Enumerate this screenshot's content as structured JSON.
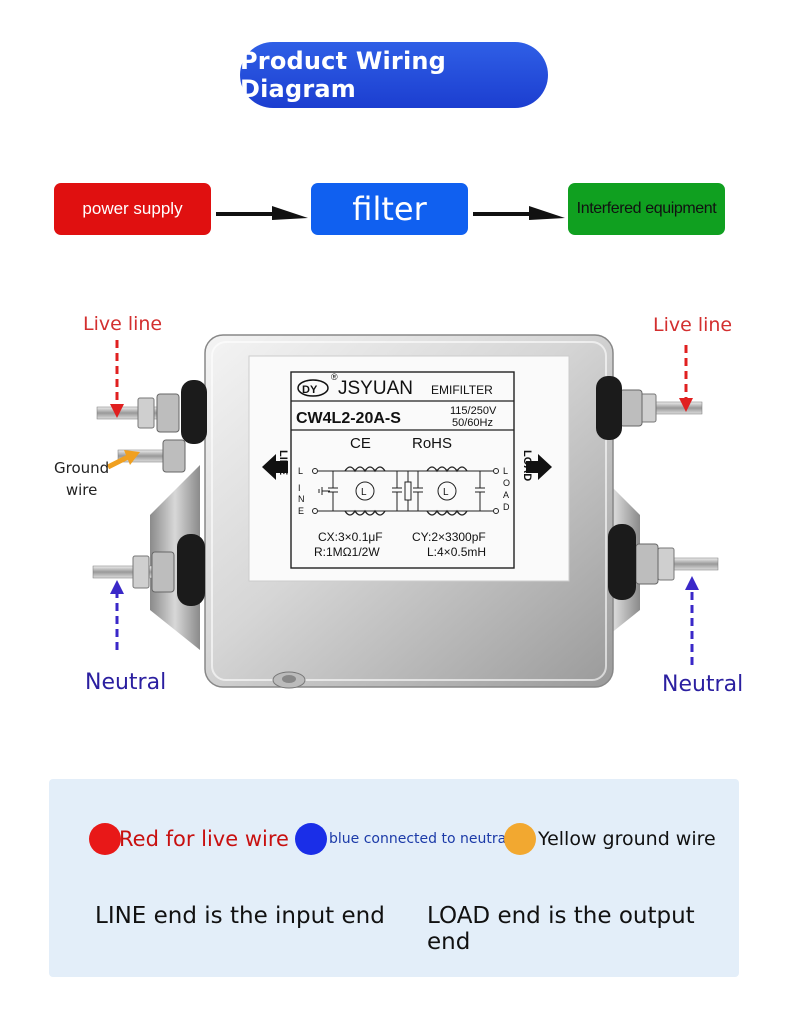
{
  "header": {
    "title": "Product Wiring Diagram"
  },
  "flow": {
    "power_supply": "power supply",
    "filter": "filter",
    "equipment": "Interfered equipment"
  },
  "device": {
    "brand": "JSYUAN",
    "brand_mark": "®",
    "type_label": "EMIFILTER",
    "model": "CW4L2-20A-S",
    "rating_voltage": "115/250V",
    "rating_freq": "50/60Hz",
    "ce_mark": "CE",
    "rohs": "RoHS",
    "line_label": "LINE",
    "load_label": "LOAD",
    "spec_cx": "CX:3×0.1μF",
    "spec_cy": "CY:2×3300pF",
    "spec_r": "R:1MΩ1/2W",
    "spec_l": "L:4×0.5mH"
  },
  "callouts": {
    "live_left": "Live line",
    "live_right": "Live line",
    "ground_line1": "Ground",
    "ground_line2": "wire",
    "neutral_left": "Neutral",
    "neutral_right": "Neutral"
  },
  "legend": {
    "red": "Red for live wire",
    "blue": "blue connected to neutral",
    "yellow": "Yellow ground wire",
    "line_end": "LINE end is the input end",
    "load_end": "LOAD end is the output end"
  },
  "colors": {
    "title_bg": "#2150dc",
    "power_box": "#e01010",
    "filter_box": "#1060f0",
    "equipment_box": "#10a020",
    "live_red": "#d32f2f",
    "neutral_blue": "#2b1fa0",
    "ground_yellow": "#f0a020",
    "legend_bg": "#e3eef9"
  }
}
